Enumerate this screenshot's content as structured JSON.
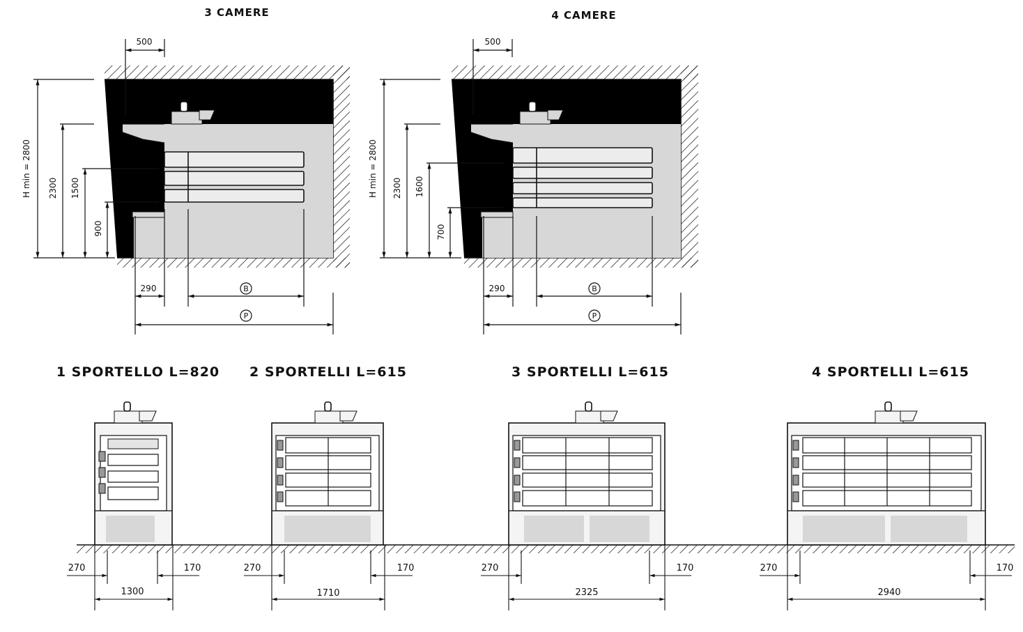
{
  "section_views": [
    {
      "title": "3 CAMERE",
      "dims": {
        "top_offset": "500",
        "h_min": "H min = 2800",
        "h_total": "2300",
        "h_upper": "1500",
        "h_lower": "900",
        "step": "290",
        "b": "B",
        "p": "P"
      }
    },
    {
      "title": "4 CAMERE",
      "dims": {
        "top_offset": "500",
        "h_min": "H min = 2800",
        "h_total": "2300",
        "h_upper": "1600",
        "h_lower": "700",
        "step": "290",
        "b": "B",
        "p": "P"
      }
    }
  ],
  "front_views": [
    {
      "title": "1 SPORTELLO L=820",
      "left": "270",
      "right": "170",
      "width": "1300"
    },
    {
      "title": "2 SPORTELLI L=615",
      "left": "270",
      "right": "170",
      "width": "1710"
    },
    {
      "title": "3 SPORTELLI L=615",
      "left": "270",
      "right": "170",
      "width": "2325"
    },
    {
      "title": "4 SPORTELLI L=615",
      "left": "270",
      "right": "170",
      "width": "2940"
    }
  ]
}
